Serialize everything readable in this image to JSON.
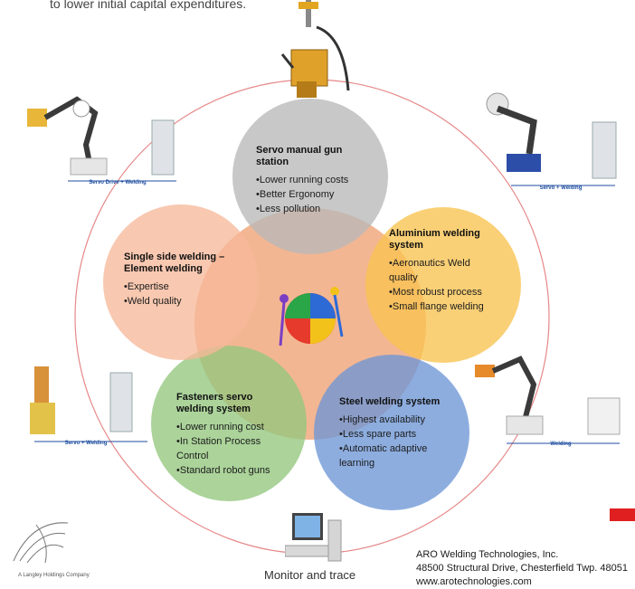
{
  "intro_text": "to lower initial capital expenditures.",
  "petals": [
    {
      "id": "servo-manual-gun",
      "title": "Servo manual gun station",
      "items": [
        "•Lower running costs",
        "•Better Ergonomy",
        "•Less pollution"
      ],
      "color": "#b9b9b9"
    },
    {
      "id": "aluminium-welding",
      "title": "Aluminium welding system",
      "items": [
        "•Aeronautics Weld quality",
        "•Most robust process",
        "•Small flange welding"
      ],
      "color": "#f8c34f"
    },
    {
      "id": "steel-welding",
      "title": "Steel welding system",
      "items": [
        "•Highest availability",
        "•Less spare parts",
        "•Automatic adaptive learning"
      ],
      "color": "#6d96d6"
    },
    {
      "id": "fasteners-servo",
      "title": "Fasteners servo welding system",
      "items": [
        "•Lower running cost",
        "•In Station Process Control",
        "•Standard robot guns"
      ],
      "color": "#94c77e"
    },
    {
      "id": "single-side",
      "title": "Single side welding – Element welding",
      "items": [
        "•Expertise",
        "•Weld quality"
      ],
      "color": "#f6b99a"
    }
  ],
  "center_color": "#ef9d6e",
  "station_labels": {
    "top_left": "Servo Drive + Welding",
    "top_right": "Servo + Welding",
    "bottom_left": "Servo + Welding",
    "bottom_right": "Welding"
  },
  "monitor_label": "Monitor and trace",
  "company": {
    "name": "ARO Welding Technologies, Inc.",
    "address": "48500 Structural Drive, Chesterfield Twp. 48051",
    "web": "www.arotechnologies.com"
  },
  "logo_caption": "A Langley Holdings Company"
}
